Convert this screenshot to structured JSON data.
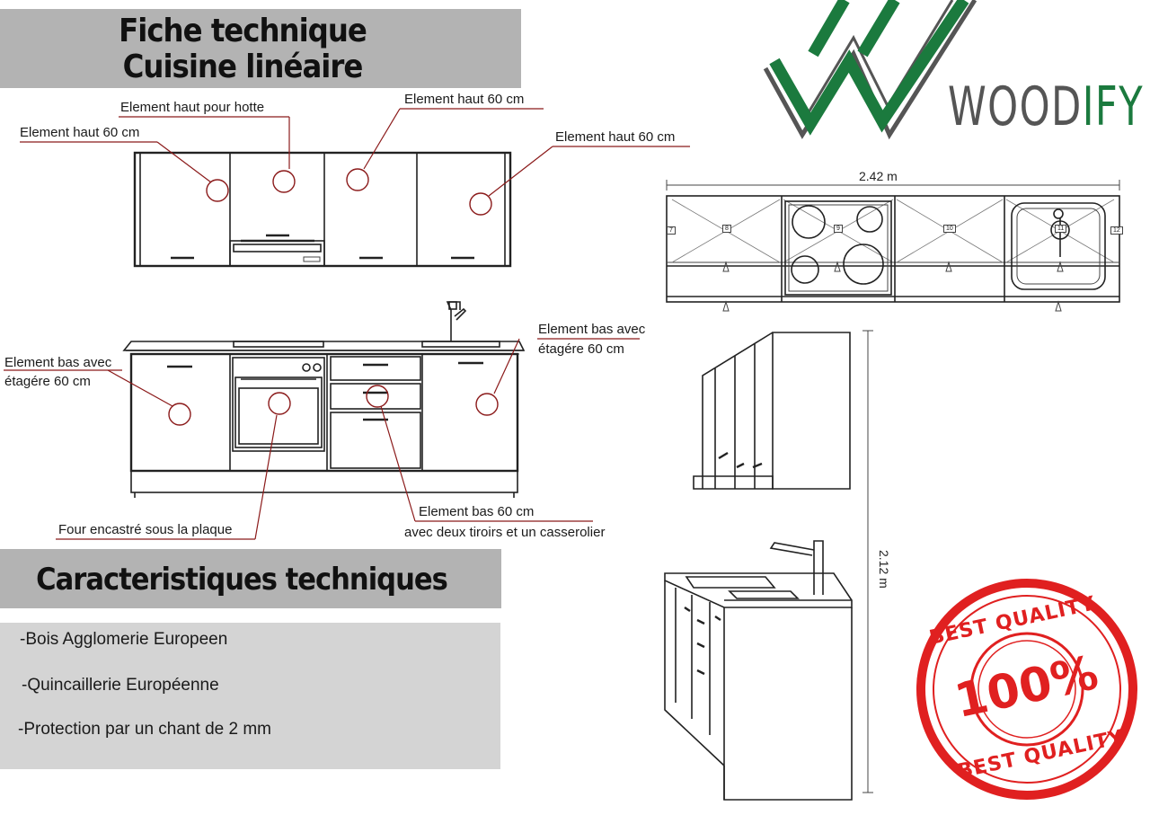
{
  "header": {
    "title_line1": "Fiche technique",
    "title_line2": "Cuisine linéaire"
  },
  "brand": {
    "name_dark": "WOOD",
    "name_green": "IFY",
    "colors": {
      "green": "#1b7a3e",
      "gray": "#555555"
    }
  },
  "labels": {
    "upper_left": "Element haut 60 cm",
    "upper_hood": "Element haut pour hotte",
    "upper_mid": "Element haut 60 cm",
    "upper_right": "Element haut 60 cm",
    "base_left_line1": "Element bas avec",
    "base_left_line2": "étagére 60 cm",
    "base_right_line1": "Element bas avec",
    "base_right_line2": "étagére 60 cm",
    "oven": "Four encastré sous la plaque",
    "drawers_line1": "Element bas 60 cm",
    "drawers_line2": "avec deux tiroirs et un casserolier"
  },
  "dimensions": {
    "width": "2.42 m",
    "height": "2.12 m",
    "plan_tags": [
      "7",
      "8",
      "9",
      "10",
      "11",
      "12"
    ]
  },
  "specs": {
    "title": "Caracteristiques techniques",
    "items": [
      "-Bois Agglomerie Europeen",
      "-Quincaillerie Européenne",
      "-Protection par un chant de 2 mm"
    ]
  },
  "seal": {
    "top_text": "BEST QUALITY",
    "center_text": "100%",
    "bottom_text": "BEST QUALITY",
    "color": "#e02020"
  }
}
